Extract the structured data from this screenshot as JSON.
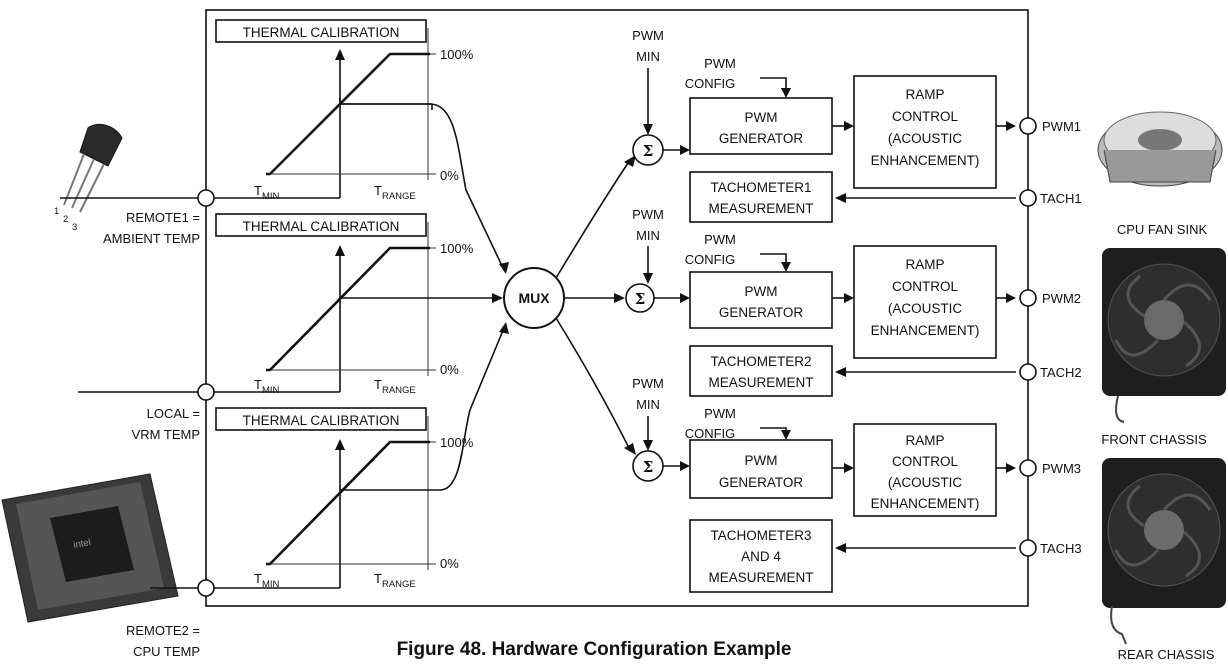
{
  "caption": "Figure 48. Hardware Configuration Example",
  "inputs": {
    "remote1": {
      "line1": "REMOTE1 =",
      "line2": "AMBIENT TEMP"
    },
    "local": {
      "line1": "LOCAL =",
      "line2": "VRM TEMP"
    },
    "remote2": {
      "line1": "REMOTE2 =",
      "line2": "CPU TEMP"
    }
  },
  "thermal_calibration": {
    "title": "THERMAL CALIBRATION",
    "pct_high": "100%",
    "pct_low": "0%",
    "tmin": "T",
    "tmin_sub": "MIN",
    "trange": "T",
    "trange_sub": "RANGE"
  },
  "mux_label": "MUX",
  "sigma": "Σ",
  "pwm_min": {
    "line1": "PWM",
    "line2": "MIN"
  },
  "pwm_config": {
    "line1": "PWM",
    "line2": "CONFIG"
  },
  "pwm_generator": {
    "line1": "PWM",
    "line2": "GENERATOR"
  },
  "ramp_control": {
    "line1": "RAMP",
    "line2": "CONTROL",
    "line3": "(ACOUSTIC",
    "line4": "ENHANCEMENT)"
  },
  "tach_blocks": [
    {
      "line1": "TACHOMETER1",
      "line2": "MEASUREMENT"
    },
    {
      "line1": "TACHOMETER2",
      "line2": "MEASUREMENT"
    },
    {
      "line1": "TACHOMETER3",
      "line2": "AND 4",
      "line3": "MEASUREMENT"
    }
  ],
  "pins": {
    "pwm1": "PWM1",
    "tach1": "TACH1",
    "pwm2": "PWM2",
    "tach2": "TACH2",
    "pwm3": "PWM3",
    "tach3": "TACH3"
  },
  "devices": {
    "cpu_fan": "CPU FAN SINK",
    "front": "FRONT CHASSIS",
    "rear": "REAR CHASSIS"
  }
}
